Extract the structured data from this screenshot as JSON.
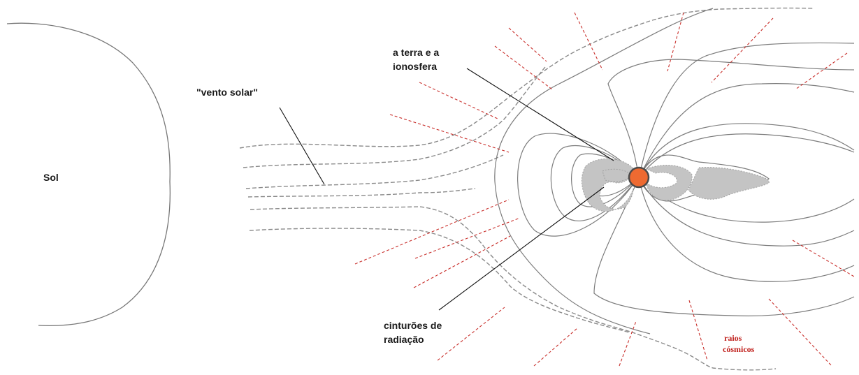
{
  "labels": {
    "sun": "Sol",
    "solar_wind": "\"vento solar\"",
    "earth_line1": "a terra e a",
    "earth_line2": "ionosfera",
    "belts_line1": "cinturões de",
    "belts_line2": "radiação",
    "cosmic_line1": "raios",
    "cosmic_line2": "cósmicos"
  },
  "colors": {
    "earth": "#ee6a31",
    "cosmic_rays": "#c9302c",
    "field_lines": "#7c7c7c",
    "radiation_belts": "#c4c4c4"
  }
}
